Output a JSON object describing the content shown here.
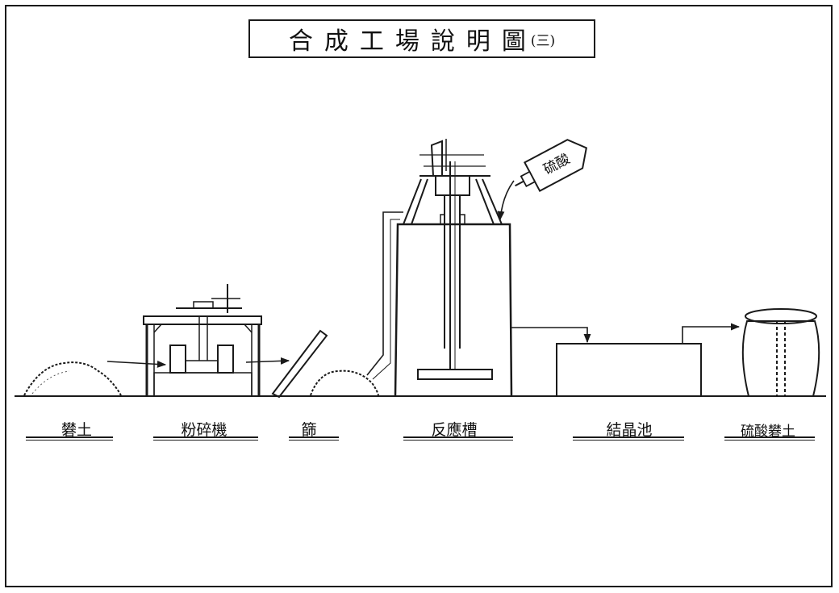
{
  "title": {
    "main": "合成工場說明圖",
    "suffix": "(三)"
  },
  "bottle_label": "硫酸",
  "labels": {
    "soil": "礬土",
    "crusher": "粉碎機",
    "sieve": "篩",
    "reactor": "反應槽",
    "crystallizer": "結晶池",
    "product": "硫酸礬土"
  }
}
